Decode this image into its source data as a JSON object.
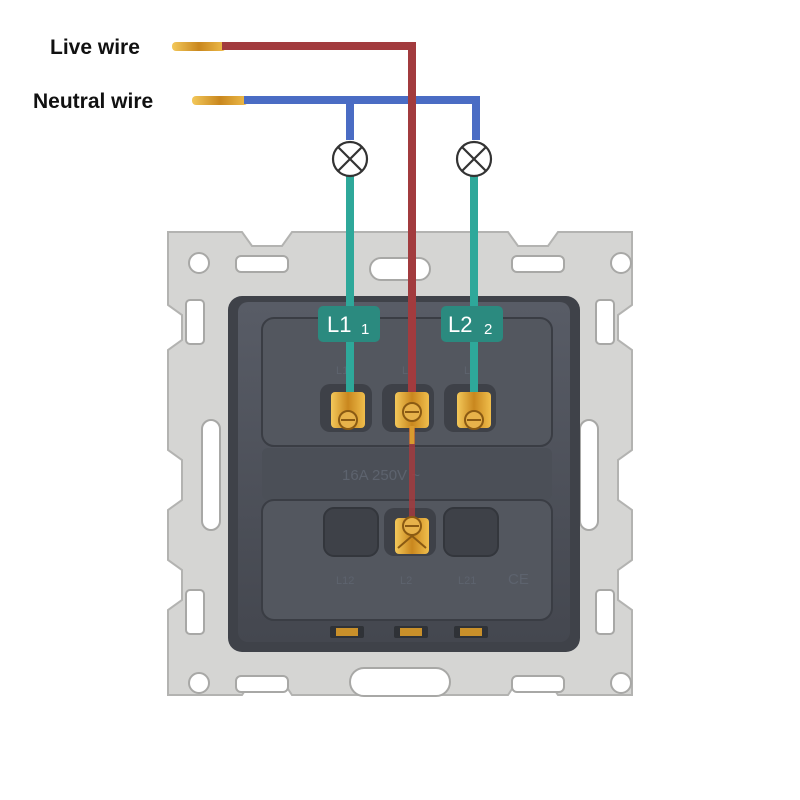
{
  "labels": {
    "live_wire": "Live wire",
    "neutral_wire": "Neutral wire"
  },
  "badges": {
    "l1": {
      "main": "L1",
      "sub": "1"
    },
    "l2": {
      "main": "L2",
      "sub": "2"
    }
  },
  "switch_markings": {
    "rating": "16A 250V ~",
    "top_terminals": [
      "L1",
      "L",
      "L2"
    ],
    "bottom_terminals": [
      "L12",
      "L2",
      "L21"
    ],
    "certification": "CE"
  },
  "colors": {
    "live_wire": "#a23b3e",
    "neutral_wire": "#4a6cc4",
    "switched_wire": "#2ea89a",
    "badge": "#2b8a7f",
    "copper": "#d99b2e",
    "frame": "#d4d4d2",
    "housing": "#4f535c"
  },
  "icons": [
    "lamp-icon",
    "lamp-icon"
  ]
}
